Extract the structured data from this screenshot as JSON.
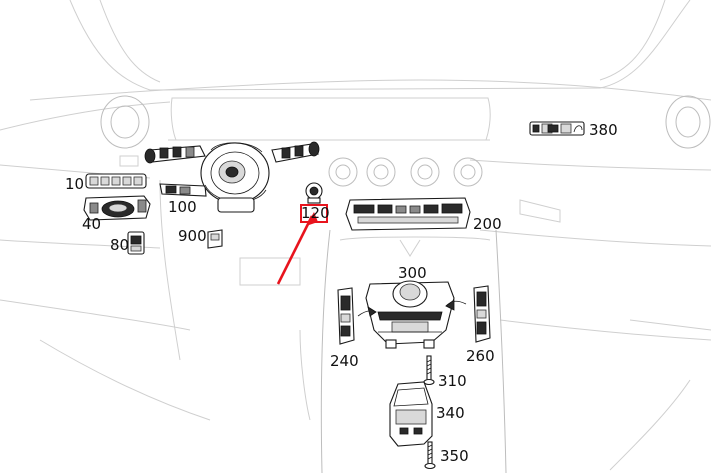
{
  "colors": {
    "highlight": "#e8141e",
    "line": "#1a1a1a",
    "outline": "#cfcfcf"
  },
  "callouts": {
    "p10": "10",
    "p40": "40",
    "p80": "80",
    "p100": "100",
    "p120": "120",
    "p200": "200",
    "p240": "240",
    "p260": "260",
    "p300": "300",
    "p310": "310",
    "p340": "340",
    "p350": "350",
    "p380": "380",
    "p900": "900"
  }
}
